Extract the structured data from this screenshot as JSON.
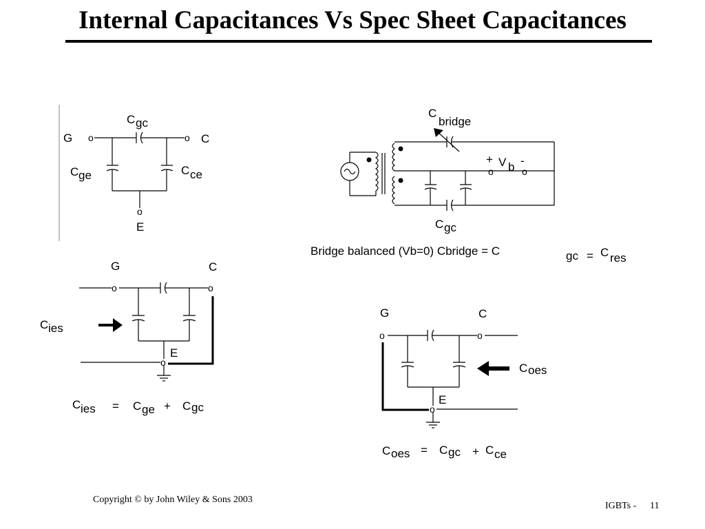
{
  "slide": {
    "title": "Internal Capacitances Vs Spec Sheet Capacitances",
    "copyright": "Copyright © by John Wiley & Sons 2003",
    "page_label": "IGBTs -",
    "page_number": "11"
  },
  "labels": {
    "C": "C",
    "G": "G",
    "E": "E",
    "o": "o",
    "gc": "gc",
    "ge": "ge",
    "ce": "ce",
    "ies": "ies",
    "oes": "oes",
    "bridge": "bridge",
    "res": "res",
    "V": "V",
    "b": "b",
    "plus": "+",
    "minus": "-",
    "equals": "=",
    "bridge_text": "Bridge balanced (Vb=0) Cbridge = C",
    "bridge_text2": "gc",
    "bridge_eq": "=",
    "bridge_res": "C"
  }
}
